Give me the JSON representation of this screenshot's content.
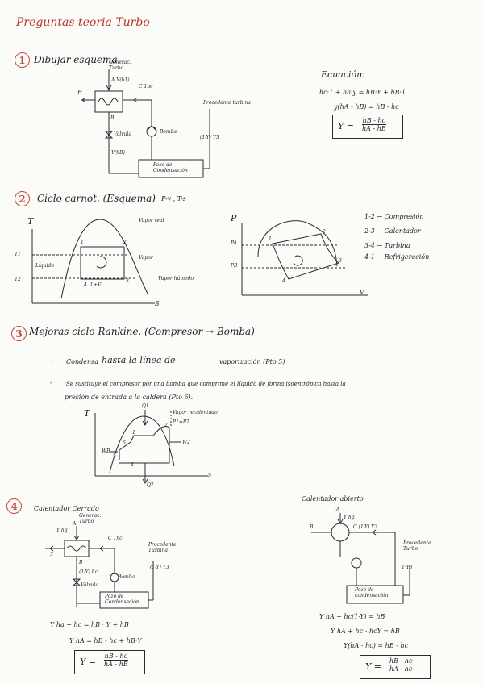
{
  "title": "Preguntas teoria Turbo",
  "numbers": {
    "s1": "1",
    "s2": "2",
    "s3": "3",
    "s4": "4"
  },
  "s1": {
    "heading": "Dibujar esquema.",
    "diagram": {
      "gen_turbo": "Generac. Turbo",
      "a_label": "A Y(h1)",
      "c_label": "C 1hc",
      "b_left": "B",
      "b_down": "B",
      "valvula": "Valvula",
      "y_hb": "Y(hB)",
      "bomba": "Bomba",
      "pozo": "Pozo de Condensación",
      "procedente": "Procedente turbina",
      "one_minus_y": "(1-Y) Y3"
    },
    "ecuacion": {
      "heading": "Ecuación:",
      "line1": "hc·1 + ha·y = hB·Y + hB·1",
      "line2": "y(hA - hB) = hB - hc",
      "result_lhs": "Y =",
      "result_num": "hB - hc",
      "result_den": "hA - hB"
    }
  },
  "s2": {
    "heading": "Ciclo carnot. (Esquema)",
    "subheading": "P-v , T-s",
    "ts": {
      "axis_t": "T",
      "axis_s": "S",
      "t1": "T1",
      "t2": "T2",
      "vapor_real": "Vapor real",
      "liquido": "Líquido",
      "vapor": "Vapor",
      "vapor_humedo": "Vapor húmedo",
      "p1": "1",
      "p2": "2",
      "p3": "3",
      "p4": "4",
      "mix": "L+V"
    },
    "pv": {
      "axis_p": "P",
      "axis_v": "V",
      "pa": "PA",
      "pb": "PB",
      "p1": "1",
      "p2": "2",
      "p3": "3",
      "p4": "4"
    },
    "legend": [
      "1-2 → Compresión",
      "2-3 → Calentador",
      "3-4 → Turbina",
      "4-1 → Refrigeración"
    ]
  },
  "s3": {
    "heading": "Mejoras ciclo Rankine. (Compresor → Bomba)",
    "bullet1_a": "Condensa",
    "bullet1_b": "hasta la línea de",
    "bullet1_c": "vaporización (Pto 5)",
    "bullet2_line1": "Se sustituye el compresor por una bomba que comprime el líquido de forma isoentrópica hasta la",
    "bullet2_line2": "presión de entrada a la caldera (Pto 6).",
    "dash": "-",
    "diagram": {
      "axis_t": "T",
      "axis_s": "S",
      "q1": "Q1",
      "q2": "Q2",
      "vapor_recalentado": "Vapor recalentado",
      "p1p2": "P1=P2",
      "w2": "W2",
      "wb": "WB",
      "n1": "1",
      "n2": "2",
      "n3": "3",
      "n4": "4",
      "n5": "5",
      "n6": "6"
    }
  },
  "s4": {
    "closed": {
      "heading": "Calentador Cerrado",
      "gen_turbo": "Generac. Turbo",
      "y_hg": "Y hg",
      "a": "A",
      "c": "C 1hc",
      "three": "3",
      "b": "B",
      "one_y": "(1-Y) hc",
      "valvula": "Valvula",
      "bomba": "Bomba",
      "pozo": "Pozo de Condensación",
      "procedente": "Procedente Turbina",
      "one_y_y3": "(1-Y) Y3",
      "eq1": "Y ha + hc = hB · Y + hB",
      "eq2": "Y hA = hB - hc + hB·Y",
      "result_lhs": "Y =",
      "result_num": "hB - hc",
      "result_den": "hA - hB"
    },
    "open": {
      "heading": "Calentador abierto",
      "a": "A",
      "y_hg": "Y hg",
      "c": "C (1-Y) Y3",
      "b": "B",
      "procedente": "Procedente Turbo",
      "one_y3": "1·Y3",
      "pozo": "Pozo de condensación",
      "eq1": "Y hA + hc(1-Y) = hB",
      "eq2": "Y hA + hc - hcY = hB",
      "eq3": "Y(hA - hc) = hB - hc",
      "result_lhs": "Y =",
      "result_num": "hB - hc",
      "result_den": "hA - hc"
    }
  }
}
